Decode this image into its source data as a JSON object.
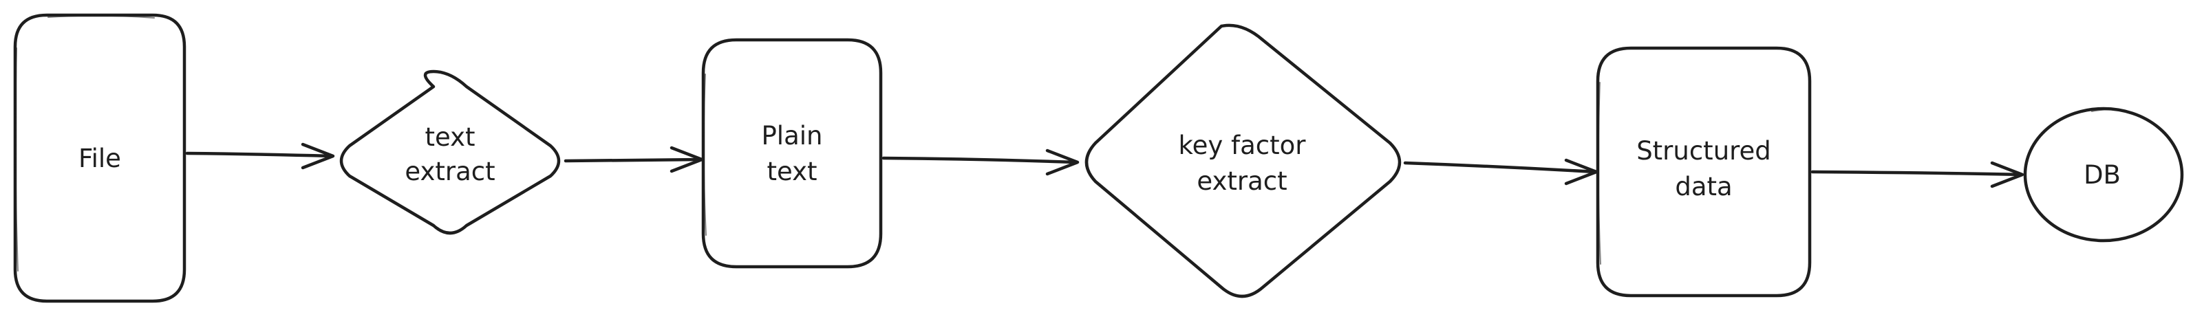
{
  "diagram": {
    "nodes": {
      "file": {
        "label": "File",
        "shape": "rounded-rectangle"
      },
      "text_extract": {
        "line1": "text",
        "line2": "extract",
        "shape": "diamond"
      },
      "plain_text": {
        "line1": "Plain",
        "line2": "text",
        "shape": "rounded-rectangle"
      },
      "key_factor_extract": {
        "line1": "key factor",
        "line2": "extract",
        "shape": "diamond"
      },
      "structured_data": {
        "line1": "Structured",
        "line2": "data",
        "shape": "rounded-rectangle"
      },
      "db": {
        "label": "DB",
        "shape": "ellipse"
      }
    },
    "edges": [
      {
        "from": "file",
        "to": "text_extract"
      },
      {
        "from": "text_extract",
        "to": "plain_text"
      },
      {
        "from": "plain_text",
        "to": "key_factor_extract"
      },
      {
        "from": "key_factor_extract",
        "to": "structured_data"
      },
      {
        "from": "structured_data",
        "to": "db"
      }
    ],
    "colors": {
      "stroke": "#1e1e1e",
      "background": "#ffffff"
    }
  }
}
